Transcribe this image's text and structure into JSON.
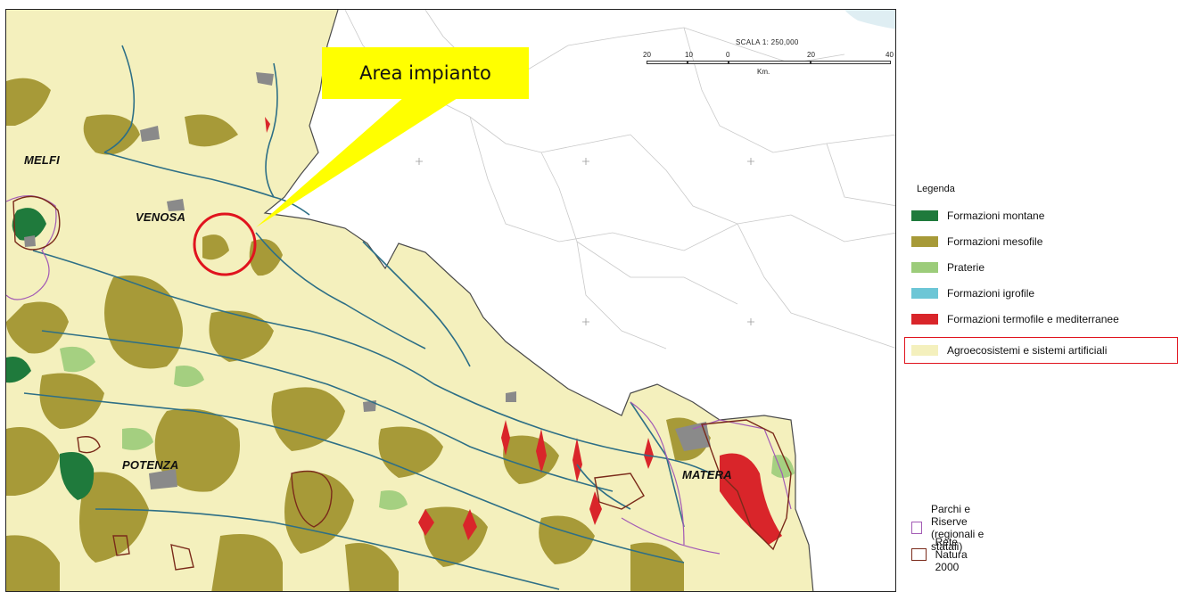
{
  "map": {
    "callout": {
      "label": "Area impianto"
    },
    "cities": [
      "MELFI",
      "VENOSA",
      "POTENZA",
      "MATERA"
    ],
    "scale": {
      "title": "SCALA 1: 250,000",
      "ticks": [
        "20",
        "10",
        "0",
        "20",
        "40"
      ],
      "unit": "Km."
    },
    "colors": {
      "agro": "#f4f0bd",
      "mesofile": "#a79a38",
      "montane": "#1f7a3c",
      "praterie": "#9ccc7a",
      "igrofile": "#6cc6d6",
      "termofile": "#d9252a",
      "rivers": "#2d6f86",
      "urban": "#8a8a8a",
      "parchi": "#a35bb5",
      "natura2000": "#7a2a1a",
      "highlight_circle": "#e0141e",
      "callout": "#ffff00"
    }
  },
  "legend": {
    "title": "Legenda",
    "items": [
      {
        "label": "Formazioni montane",
        "color": "#1f7a3c"
      },
      {
        "label": "Formazioni mesofile",
        "color": "#a79a38"
      },
      {
        "label": "Praterie",
        "color": "#9ccc7a"
      },
      {
        "label": "Formazioni igrofile",
        "color": "#6cc6d6"
      },
      {
        "label": "Formazioni termofile e mediterranee",
        "color": "#d9252a"
      },
      {
        "label": "Agroecosistemi e sistemi artificiali",
        "color": "#f4f0bd"
      }
    ],
    "boundaries": [
      {
        "label": "Parchi e Riserve (regionali e statali)",
        "color": "#a35bb5"
      },
      {
        "label": "Rete Natura 2000",
        "color": "#7a2a1a"
      }
    ]
  }
}
